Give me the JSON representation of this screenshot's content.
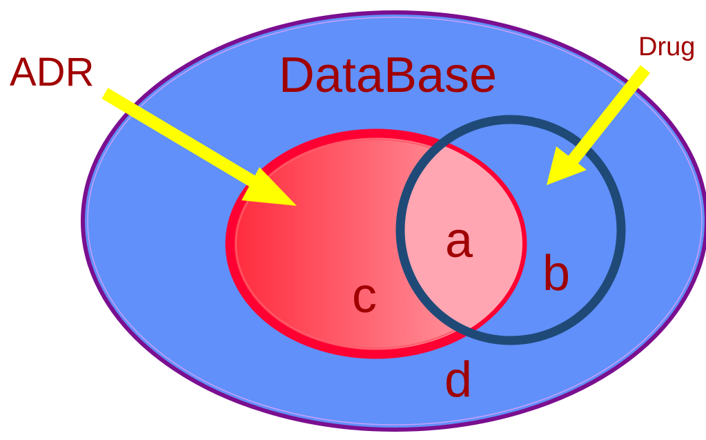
{
  "diagram": {
    "database_label": "DataBase",
    "adr_label": "ADR",
    "drug_label": "Drug",
    "region_a": "a",
    "region_b": "b",
    "region_c": "c",
    "region_d": "d"
  },
  "colors": {
    "database_fill": "#6190fa",
    "database_border": "#7a0f8f",
    "adr_border": "#ff0033",
    "adr_gradient_start": "#ff2a3c",
    "adr_gradient_end": "#ffa0ac",
    "drug_border": "#1f4a78",
    "arrow": "#ffff00",
    "label_text": "#a00000"
  }
}
